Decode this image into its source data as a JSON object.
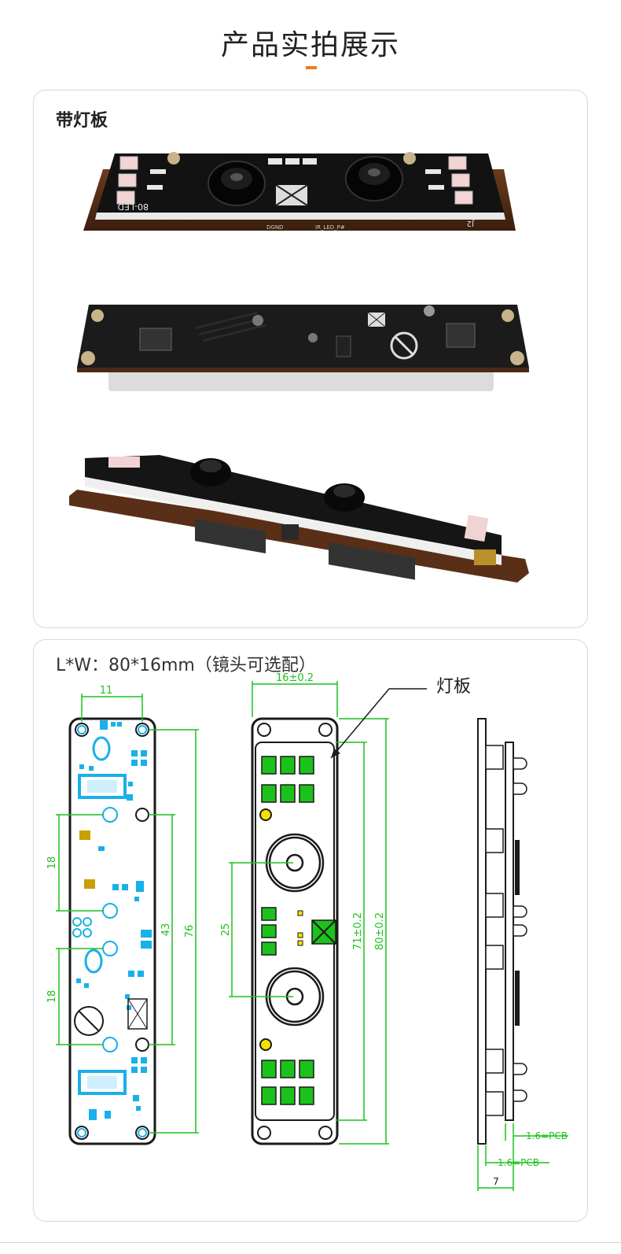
{
  "header": {
    "title": "产品实拍展示",
    "accent": "#f0781e"
  },
  "section1": {
    "label": "带灯板",
    "silkscreen": {
      "led": "80-LED",
      "j2": "J2",
      "dgnd": "DGND",
      "irled": "IR_LED_P#"
    }
  },
  "section2": {
    "label": "L*W：80*16mm（镜头可选配）",
    "callout": "灯板",
    "dims": {
      "d11": "11",
      "d16": "16±0.2",
      "d18a": "18",
      "d18b": "18",
      "d43": "43",
      "d76": "76",
      "d25": "25",
      "d71": "71±0.2",
      "d80": "80±0.2",
      "pcb1": "1.6=PCB",
      "pcb2": "1.6=PCB",
      "d7": "7"
    }
  },
  "colors": {
    "dim_green": "#1cc21c",
    "pcb_cyan": "#1ab0e8",
    "pcb_dark": "#1a1a1a"
  }
}
